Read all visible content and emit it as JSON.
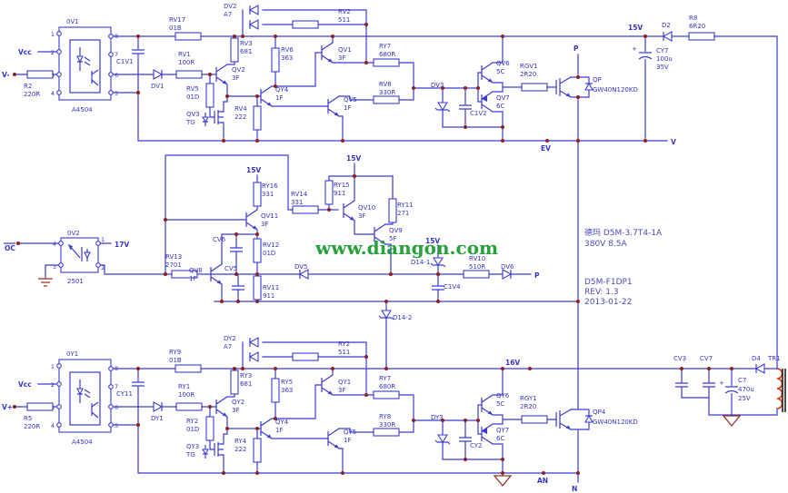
{
  "colors": {
    "wire": "#3b3bd0",
    "junction": "#8b2121",
    "ground": "#993322",
    "winding": "#e03010",
    "watermark": "#28a03c",
    "text": "#3434c8"
  },
  "watermark": "www.diangon.com",
  "info": {
    "brand_line": "德玛 D5M-3.7T4-1A",
    "rating_line": "380V 8.5A",
    "model_line": "D5M-F1DP1",
    "rev_line": "REV: 1.3",
    "date_line": "2013-01-22"
  },
  "nets": {
    "p_top": "P",
    "p_mid": "P",
    "v_out": "V",
    "ev": "EV",
    "an": "AN",
    "n": "N",
    "v15_rail": "15V",
    "v15_a": "15V",
    "v15_b": "15V",
    "v15_c": "15V",
    "v16": "16V",
    "v17": "17V",
    "vcc_top": "Vcc",
    "vcc_bot": "Vcc",
    "v_minus": "V-",
    "v_plus": "V+",
    "oc": "OC"
  },
  "opto_pins": {
    "p1": "1",
    "p2": "2",
    "p3": "3",
    "p4": "4",
    "p5": "5",
    "p6": "6",
    "p7": "7",
    "p8": "8"
  },
  "top": {
    "opto_name": "0V1",
    "opto_part": "A4504",
    "c": [
      {
        "ref": "RV17",
        "val": "01B"
      },
      {
        "ref": "R2",
        "val": "220R"
      },
      {
        "ref": "C1V1"
      },
      {
        "ref": "DV1"
      },
      {
        "ref": "RV1",
        "val": "100R"
      },
      {
        "ref": "RV5",
        "val": "01D"
      },
      {
        "ref": "QV3",
        "val": "TG"
      },
      {
        "ref": "RV3",
        "val": "681"
      },
      {
        "ref": "QV2",
        "val": "3F"
      },
      {
        "ref": "RV4",
        "val": "222"
      },
      {
        "ref": "QY4",
        "val": "1F"
      },
      {
        "ref": "RV6",
        "val": "363"
      },
      {
        "ref": "DV2",
        "val": "A7"
      },
      {
        "ref": "RV2",
        "val": "511"
      },
      {
        "ref": "QV1",
        "val": "3F"
      },
      {
        "ref": "RY7",
        "val": "680R"
      },
      {
        "ref": "RV8",
        "val": "330R"
      },
      {
        "ref": "QV5",
        "val": "1F"
      },
      {
        "ref": "DV3"
      },
      {
        "ref": "C1V2"
      },
      {
        "ref": "QV6",
        "val": "5C"
      },
      {
        "ref": "QV7",
        "val": "6C"
      },
      {
        "ref": "RGV1",
        "val": "2R20"
      },
      {
        "ref": "QP",
        "val": "GW40N120KD"
      },
      {
        "ref": "D2"
      },
      {
        "ref": "R8",
        "val": "6R20"
      },
      {
        "ref": "CY7",
        "val": "100u",
        "val2": "35V",
        "plus": "+"
      }
    ]
  },
  "mid": {
    "opto_name": "0V2",
    "opto_part": "2501",
    "c": [
      {
        "ref": "RY16",
        "val": "331"
      },
      {
        "ref": "QV11",
        "val": "3F"
      },
      {
        "ref": "RV14",
        "val": "331"
      },
      {
        "ref": "RY15",
        "val": "911"
      },
      {
        "ref": "QV10",
        "val": "3F"
      },
      {
        "ref": "RY11",
        "val": "271"
      },
      {
        "ref": "QV9",
        "val": "5F"
      },
      {
        "ref": "CV6"
      },
      {
        "ref": "RV12",
        "val": "01D"
      },
      {
        "ref": "RV13",
        "val": "2701"
      },
      {
        "ref": "QV8",
        "val": "1F"
      },
      {
        "ref": "CV5"
      },
      {
        "ref": "RV11",
        "val": "911"
      },
      {
        "ref": "DV5"
      },
      {
        "ref": "D14-1"
      },
      {
        "ref": "C1V4"
      },
      {
        "ref": "RV10",
        "val": "510R"
      },
      {
        "ref": "DV6"
      },
      {
        "ref": "D14-2"
      }
    ]
  },
  "bot": {
    "opto_name": "0Y1",
    "opto_part": "A4504",
    "c": [
      {
        "ref": "RY9",
        "val": "01B"
      },
      {
        "ref": "R5",
        "val": "220R"
      },
      {
        "ref": "CY11"
      },
      {
        "ref": "DY1"
      },
      {
        "ref": "RY1",
        "val": "100R"
      },
      {
        "ref": "RY2",
        "val": "01D"
      },
      {
        "ref": "QY3",
        "val": "TG"
      },
      {
        "ref": "RY3",
        "val": "681"
      },
      {
        "ref": "QY2",
        "val": "3F"
      },
      {
        "ref": "RY4",
        "val": "222"
      },
      {
        "ref": "QY4",
        "val": "1F"
      },
      {
        "ref": "RY5",
        "val": "363"
      },
      {
        "ref": "DY2",
        "val": "A7"
      },
      {
        "ref": "RY2",
        "val": "511"
      },
      {
        "ref": "QY1",
        "val": "3F"
      },
      {
        "ref": "RY7",
        "val": "680R"
      },
      {
        "ref": "RY8",
        "val": "330R"
      },
      {
        "ref": "QY5",
        "val": "1F"
      },
      {
        "ref": "DY3"
      },
      {
        "ref": "CY2"
      },
      {
        "ref": "QY6",
        "val": "5C"
      },
      {
        "ref": "QY7",
        "val": "6C"
      },
      {
        "ref": "RGY1",
        "val": "2R20"
      },
      {
        "ref": "QP4",
        "val": "GW40N120KD"
      }
    ]
  },
  "right": {
    "c": [
      {
        "ref": "CV3"
      },
      {
        "ref": "CV7"
      },
      {
        "ref": "C7",
        "val": "470u",
        "val2": "25V",
        "plus": "+"
      },
      {
        "ref": "D4"
      },
      {
        "ref": "TR1"
      }
    ]
  }
}
